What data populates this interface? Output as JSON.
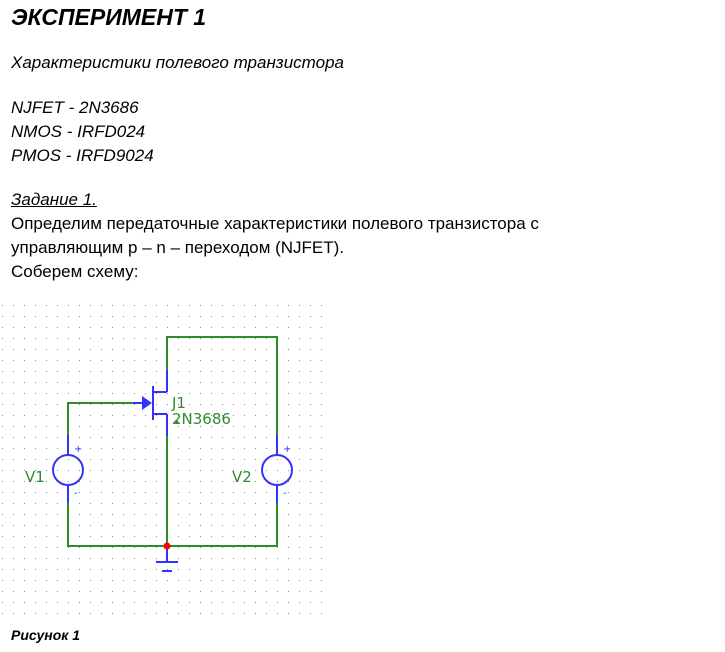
{
  "title": "ЭКСПЕРИМЕНТ 1",
  "subtitle": "Характеристики полевого транзистора",
  "devices": [
    "NJFET - 2N3686",
    "NMOS - IRFD024",
    "PMOS - IRFD9024"
  ],
  "task": {
    "heading": "Задание 1.",
    "lines": [
      "Определим передаточные характеристики полевого транзистора с",
      "управляющим p – n – переходом (NJFET).",
      "Соберем схему:"
    ]
  },
  "schematic": {
    "transistor_ref": "J1",
    "transistor_model": "2N3686",
    "source1": "V1",
    "source2": "V2",
    "plus": "+",
    "minus": "-",
    "wire_color": "#2e8b2e",
    "component_color": "#3333ff",
    "node_color": "#ff0000"
  },
  "figure_caption": "Рисунок 1"
}
